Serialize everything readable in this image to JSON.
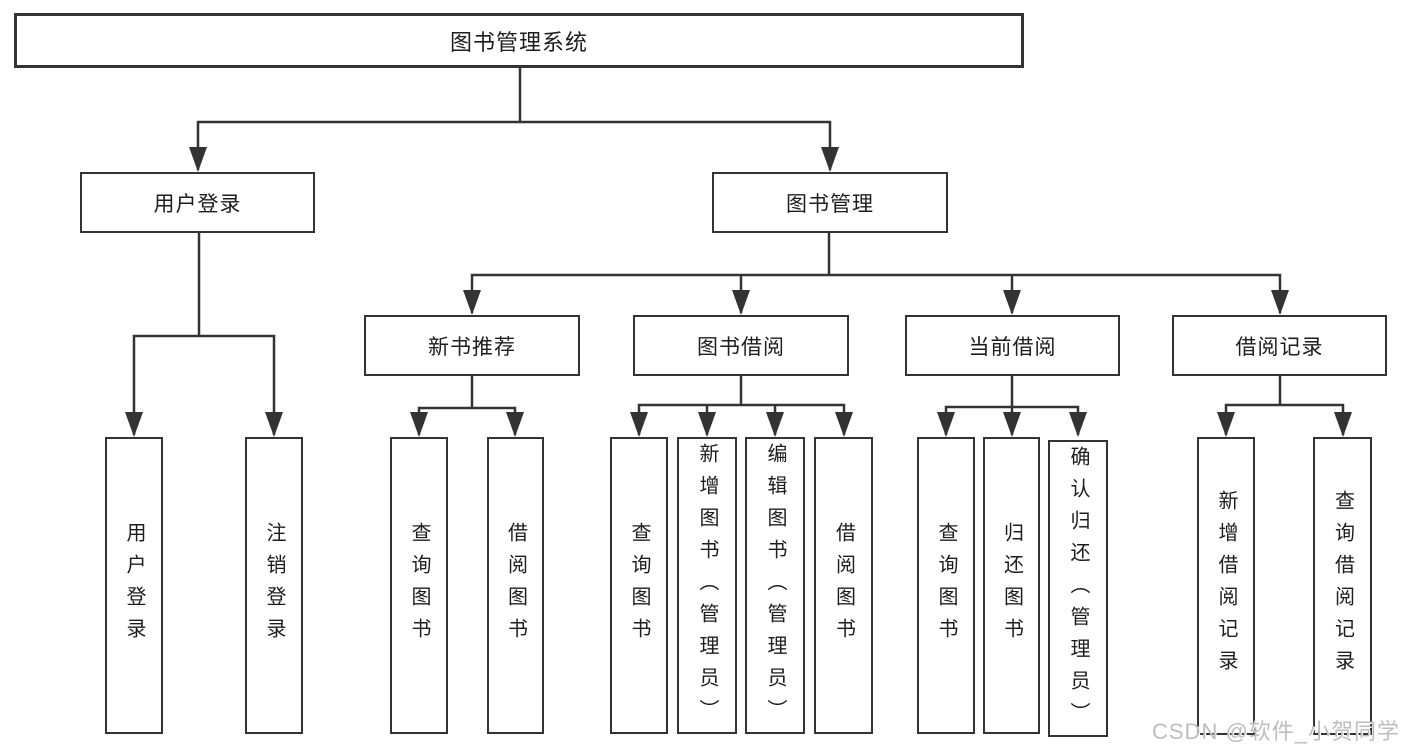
{
  "diagram_type": "functional-structure-tree",
  "hierarchy": {
    "label": "图书管理系统",
    "children": [
      {
        "label": "用户登录",
        "children": [
          {
            "label": "用户登录"
          },
          {
            "label": "注销登录"
          }
        ]
      },
      {
        "label": "图书管理",
        "children": [
          {
            "label": "新书推荐",
            "children": [
              {
                "label": "查询图书"
              },
              {
                "label": "借阅图书"
              }
            ]
          },
          {
            "label": "图书借阅",
            "children": [
              {
                "label": "查询图书"
              },
              {
                "label": "新增图书（管理员）"
              },
              {
                "label": "编辑图书（管理员）"
              },
              {
                "label": "借阅图书"
              }
            ]
          },
          {
            "label": "当前借阅",
            "children": [
              {
                "label": "查询图书"
              },
              {
                "label": "归还图书"
              },
              {
                "label": "确认归还（管理员）"
              }
            ]
          },
          {
            "label": "借阅记录",
            "children": [
              {
                "label": "新增借阅记录"
              },
              {
                "label": "查询借阅记录"
              }
            ]
          }
        ]
      }
    ]
  },
  "watermark": {
    "text": "CSDN @软件_小贺同学",
    "color": "#bdbdbd"
  },
  "style": {
    "line_color": "#333333",
    "box_border_color": "#333333",
    "text_color": "#1d1d1d",
    "background": "#ffffff"
  }
}
